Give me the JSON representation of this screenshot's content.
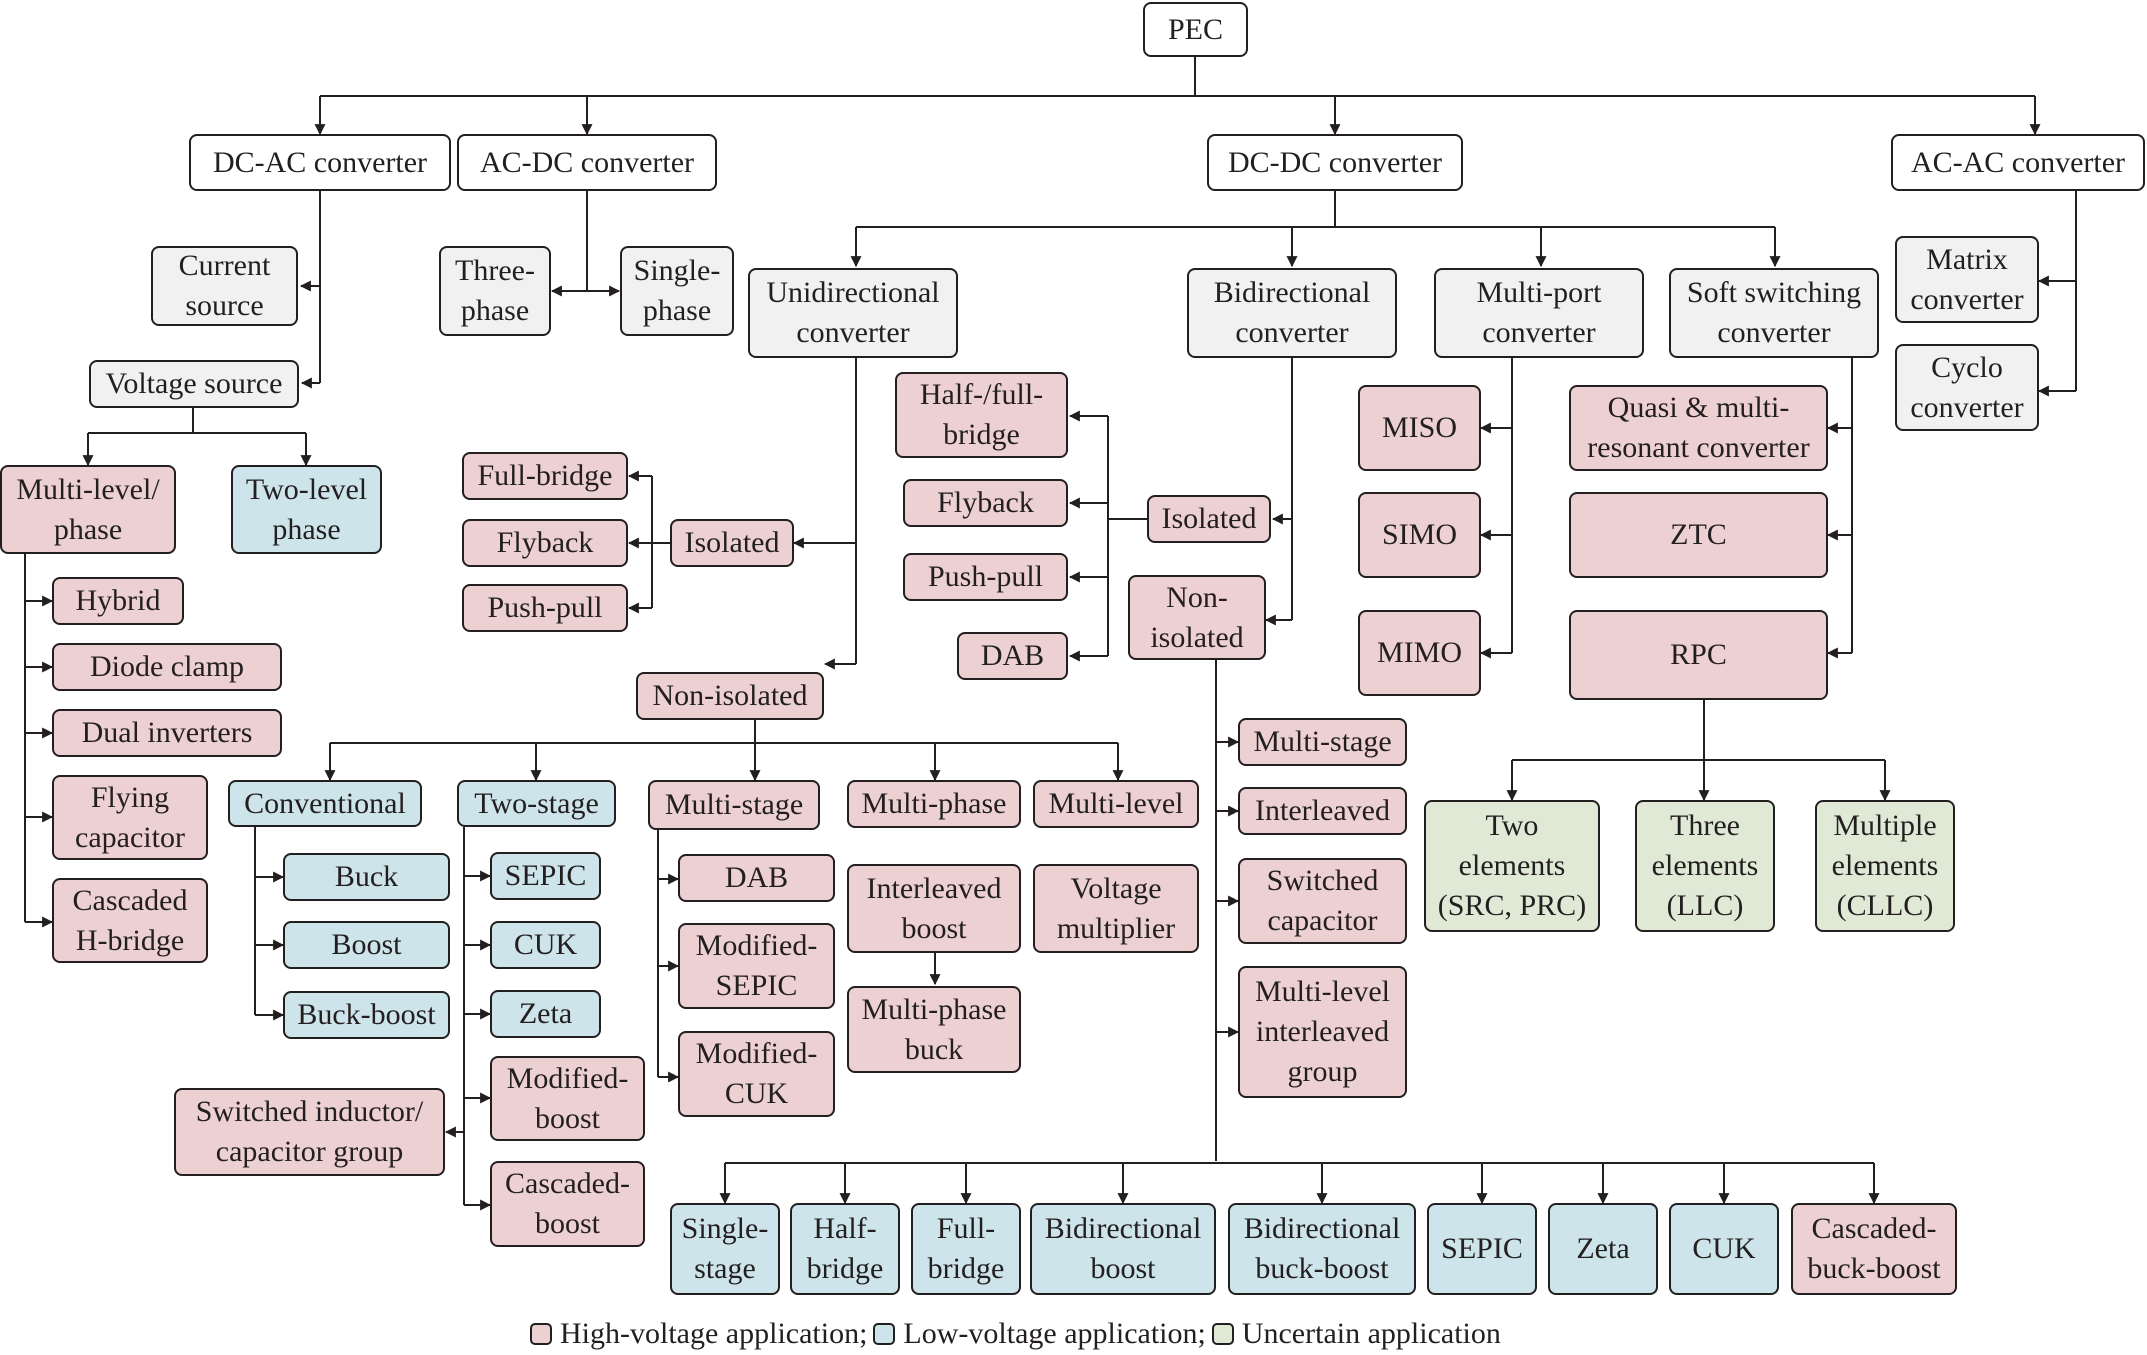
{
  "root": "PEC",
  "top": {
    "dcac": "DC-AC converter",
    "acdc": "AC-DC converter",
    "dcdc": "DC-DC converter",
    "acac": "AC-AC converter"
  },
  "dcac": {
    "current_source": "Current\nsource",
    "voltage_source": "Voltage source",
    "multilevel": "Multi-level/\nphase",
    "twolevel": "Two-level\nphase",
    "items": [
      "Hybrid",
      "Diode clamp",
      "Dual inverters",
      "Flying\ncapacitor",
      "Cascaded\nH-bridge"
    ]
  },
  "acdc": {
    "three": "Three-\nphase",
    "single": "Single-\nphase"
  },
  "acac": {
    "matrix": "Matrix\nconverter",
    "cyclo": "Cyclo\nconverter"
  },
  "dcdc": {
    "uni": "Unidirectional\nconverter",
    "bi": "Bidirectional\nconverter",
    "multiport": "Multi-port\nconverter",
    "soft": "Soft switching\nconverter"
  },
  "uni": {
    "isolated": "Isolated",
    "isolated_items": [
      "Full-bridge",
      "Flyback",
      "Push-pull"
    ],
    "nonisolated": "Non-isolated",
    "conventional": "Conventional",
    "conventional_items": [
      "Buck",
      "Boost",
      "Buck-boost"
    ],
    "twostage": "Two-stage",
    "twostage_items": [
      "SEPIC",
      "CUK",
      "Zeta",
      "Modified-\nboost",
      "Cascaded-\nboost"
    ],
    "switched": "Switched inductor/\ncapacitor group",
    "multistage": "Multi-stage",
    "multistage_items": [
      "DAB",
      "Modified-\nSEPIC",
      "Modified-\nCUK"
    ],
    "multiphase": "Multi-phase",
    "interleaved_boost": "Interleaved\nboost",
    "multiphase_buck": "Multi-phase\nbuck",
    "multilevel": "Multi-level",
    "voltage_multiplier": "Voltage\nmultiplier"
  },
  "bi": {
    "isolated": "Isolated",
    "isolated_items": [
      "Half-/full-\nbridge",
      "Flyback",
      "Push-pull",
      "DAB"
    ],
    "nonisolated": "Non-\nisolated",
    "side_items": [
      "Multi-stage",
      "Interleaved",
      "Switched\ncapacitor",
      "Multi-level\ninterleaved\ngroup"
    ],
    "bottom_items": [
      "Single-\nstage",
      "Half-\nbridge",
      "Full-\nbridge",
      "Bidirectional\nboost",
      "Bidirectional\nbuck-boost",
      "SEPIC",
      "Zeta",
      "CUK",
      "Cascaded-\nbuck-boost"
    ]
  },
  "multiport": {
    "items": [
      "MISO",
      "SIMO",
      "MIMO"
    ]
  },
  "soft": {
    "items": [
      "Quasi & multi-\nresonant converter",
      "ZTC",
      "RPC"
    ],
    "rpc_items": [
      "Two\nelements\n(SRC, PRC)",
      "Three\nelements\n(LLC)",
      "Multiple\nelements\n(CLLC)"
    ]
  },
  "legend": {
    "high": "High-voltage application;",
    "low": "Low-voltage application;",
    "uncertain": "Uncertain application"
  },
  "colors": {
    "high": "#ecd0d2",
    "low": "#cde4ea",
    "uncertain": "#dfe9d5",
    "neutral": "#f1f1f2",
    "line": "#231f20"
  }
}
